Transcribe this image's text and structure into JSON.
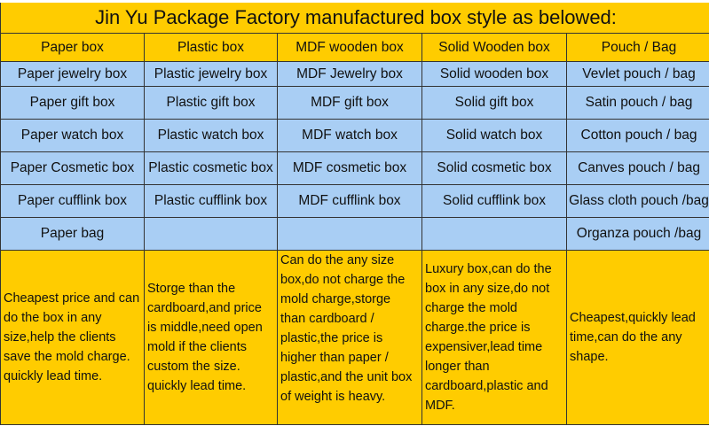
{
  "title": "Jin Yu Package Factory manufactured box style as belowed:",
  "headers": [
    "Paper box",
    "Plastic box",
    "MDF wooden box",
    "Solid Wooden box",
    "Pouch / Bag"
  ],
  "rows": [
    [
      "Paper jewelry box",
      "Plastic jewelry box",
      "MDF Jewelry box",
      "Solid wooden box",
      "Vevlet pouch / bag"
    ],
    [
      "Paper gift box",
      "Plastic gift box",
      "MDF gift box",
      "Solid gift box",
      "Satin pouch / bag"
    ],
    [
      "Paper watch box",
      "Plastic watch box",
      "MDF watch box",
      "Solid watch box",
      "Cotton pouch / bag"
    ],
    [
      "Paper Cosmetic box",
      "Plastic cosmetic box",
      "MDF cosmetic box",
      "Solid cosmetic box",
      "Canves pouch / bag"
    ],
    [
      "Paper cufflink box",
      "Plastic cufflink box",
      "MDF cufflink box",
      "Solid cufflink box",
      "Glass cloth pouch /bag"
    ],
    [
      "Paper bag",
      "",
      "",
      "",
      "Organza pouch /bag"
    ]
  ],
  "descriptions": [
    "Cheapest price and can do the box in any size,help the clients save the mold charge. quickly lead time.",
    "Storge than the cardboard,and price is middle,need open mold if the clients custom the size. quickly lead time.",
    "Can do the any size box,do not charge the mold charge,storge than cardboard / plastic,the price is higher than paper / plastic,and the unit box of weight is heavy.",
    "Luxury box,can do the box in any size,do not charge the mold charge.the price is expensiver,lead time longer than cardboard,plastic and MDF.",
    "Cheapest,quickly lead time,can do the any shape."
  ],
  "colors": {
    "yellow": "#FFCC00",
    "blue": "#A9CEF4"
  }
}
